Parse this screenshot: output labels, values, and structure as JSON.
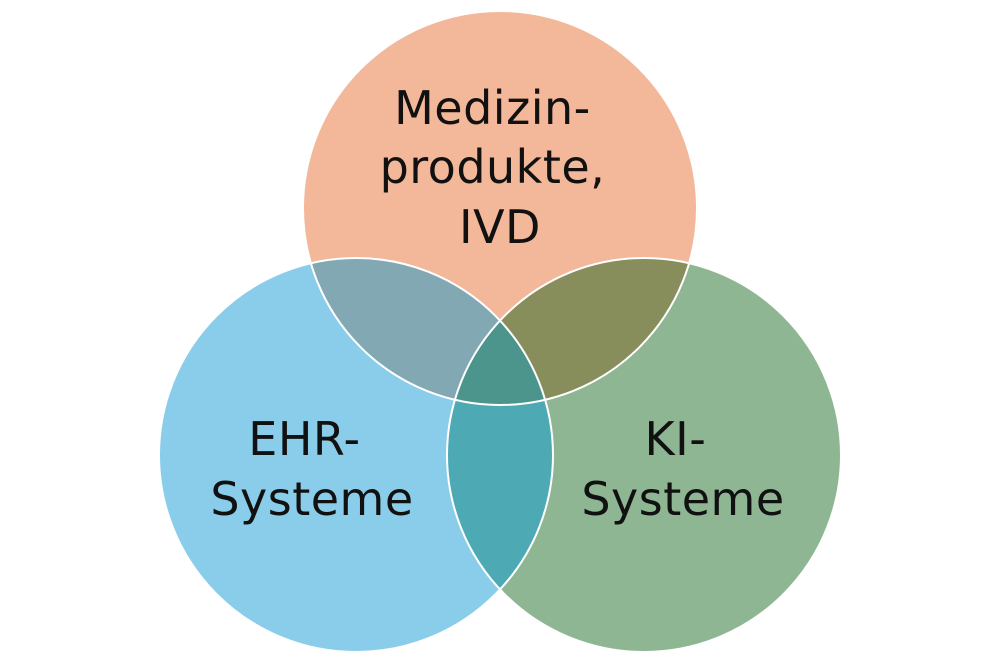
{
  "diagram": {
    "type": "venn",
    "sets": [
      {
        "id": "medizinprodukte",
        "lines": [
          "Medizin-",
          "produkte,",
          "IVD"
        ],
        "color": "#F3B79A"
      },
      {
        "id": "ehr",
        "lines": [
          "EHR-",
          "Systeme"
        ],
        "color": "#89CDEA"
      },
      {
        "id": "ki",
        "lines": [
          "KI-",
          "Systeme"
        ],
        "color": "#8EB693"
      }
    ],
    "overlap_colors": {
      "medizin_ehr": "#82A9B3",
      "medizin_ki": "#878E5C",
      "ehr_ki": "#4DAAB5",
      "all": "#4C958C"
    }
  }
}
